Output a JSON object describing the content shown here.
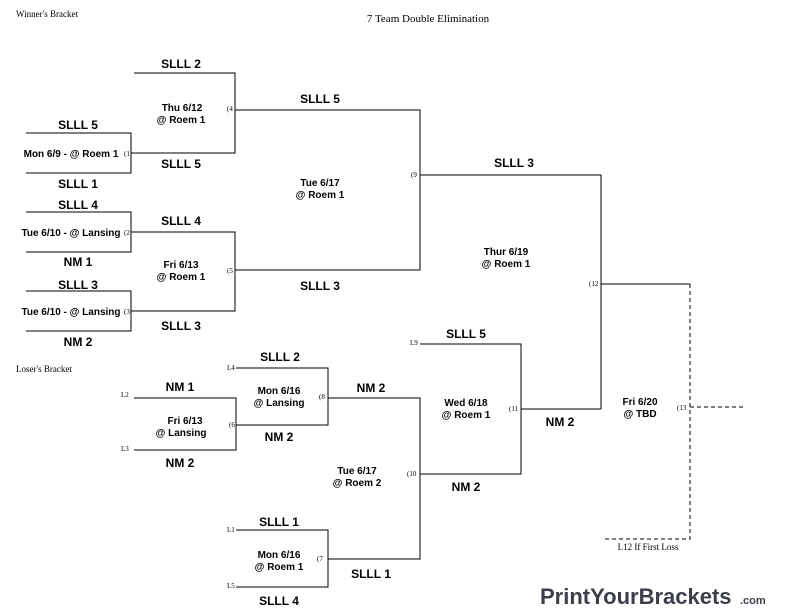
{
  "title": "7 Team Double Elimination",
  "winners_label": "Winner's Bracket",
  "losers_label": "Loser's Bracket",
  "footer_note": "L12 If First Loss",
  "brand": {
    "main": "PrintYourBrackets",
    "suffix": ".com"
  },
  "winners": {
    "g1": {
      "num": "(1",
      "top": "SLLL 5",
      "bottom": "SLLL 1",
      "info": [
        "Mon 6/9 - @ Roem 1"
      ]
    },
    "g2": {
      "num": "(2",
      "top": "SLLL 4",
      "bottom": "NM 1",
      "info": [
        "Tue 6/10 - @ Lansing"
      ]
    },
    "g3": {
      "num": "(3",
      "top": "SLLL 3",
      "bottom": "NM 2",
      "info": [
        "Tue 6/10 - @ Lansing"
      ]
    },
    "g4": {
      "num": "(4",
      "top": "SLLL 2",
      "bottom": "SLLL 5",
      "info": [
        "Thu 6/12",
        "@ Roem 1"
      ]
    },
    "g5": {
      "num": "(5",
      "top": "SLLL 4",
      "bottom": "SLLL 3",
      "info": [
        "Fri 6/13",
        "@ Roem 1"
      ]
    },
    "g9": {
      "num": "(9",
      "top": "SLLL 5",
      "bottom": "SLLL 3",
      "info": [
        "Tue 6/17",
        "@ Roem 1"
      ]
    },
    "g12": {
      "num": "(12",
      "top": "SLLL 3",
      "info": [
        "Thur 6/19",
        "@ Roem 1"
      ]
    },
    "g13": {
      "num": "(13",
      "info": [
        "Fri 6/20",
        "@ TBD"
      ]
    }
  },
  "losers": {
    "g6": {
      "num": "(6",
      "top": "NM 1",
      "bottom": "NM 2",
      "top_src": "L2",
      "bottom_src": "L3",
      "info": [
        "Fri 6/13",
        "@ Lansing"
      ]
    },
    "g7": {
      "num": "(7",
      "top": "SLLL 1",
      "bottom": "SLLL 4",
      "top_src": "L1",
      "bottom_src": "L5",
      "info": [
        "Mon 6/16",
        "@ Roem 1"
      ]
    },
    "g8": {
      "num": "(8",
      "top": "SLLL 2",
      "bottom": "NM 2",
      "top_src": "L4",
      "info": [
        "Mon 6/16",
        "@ Lansing"
      ]
    },
    "g10": {
      "num": "(10",
      "top": "NM 2",
      "bottom": "SLLL 1",
      "info": [
        "Tue 6/17",
        "@ Roem 2"
      ]
    },
    "g11": {
      "num": "(11",
      "top": "SLLL 5",
      "bottom": "NM 2",
      "top_src": "L9",
      "info": [
        "Wed 6/18",
        "@ Roem 1"
      ]
    },
    "final_left": "NM 2",
    "g10_out": "NM 2"
  }
}
